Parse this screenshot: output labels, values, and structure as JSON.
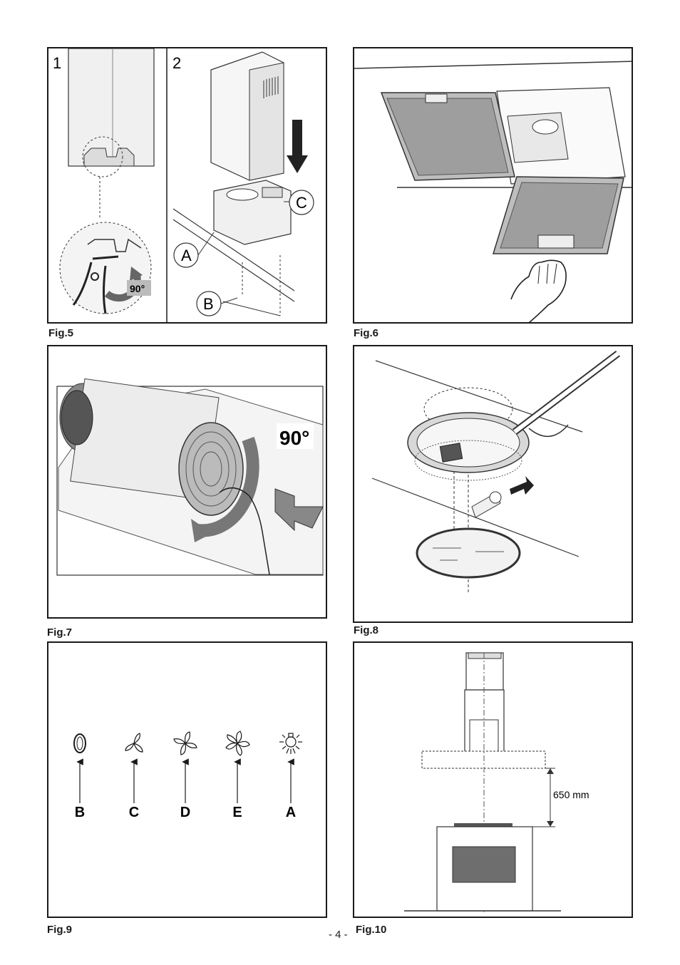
{
  "figures": {
    "fig5": {
      "caption": "Fig.5",
      "step1": "1",
      "step2": "2",
      "label_a": "A",
      "label_b": "B",
      "label_c": "C",
      "angle": "90°"
    },
    "fig6": {
      "caption": "Fig.6"
    },
    "fig7": {
      "caption": "Fig.7",
      "angle": "90°"
    },
    "fig8": {
      "caption": "Fig.8"
    },
    "fig9": {
      "caption": "Fig.9",
      "buttons": [
        {
          "letter": "B",
          "icon": "power-off-icon"
        },
        {
          "letter": "C",
          "icon": "fan-speed-1-icon"
        },
        {
          "letter": "D",
          "icon": "fan-speed-2-icon"
        },
        {
          "letter": "E",
          "icon": "fan-speed-3-icon"
        },
        {
          "letter": "A",
          "icon": "light-bulb-icon"
        }
      ]
    },
    "fig10": {
      "caption": "Fig.10",
      "distance": "650 mm"
    }
  },
  "page_number": "- 4 -"
}
